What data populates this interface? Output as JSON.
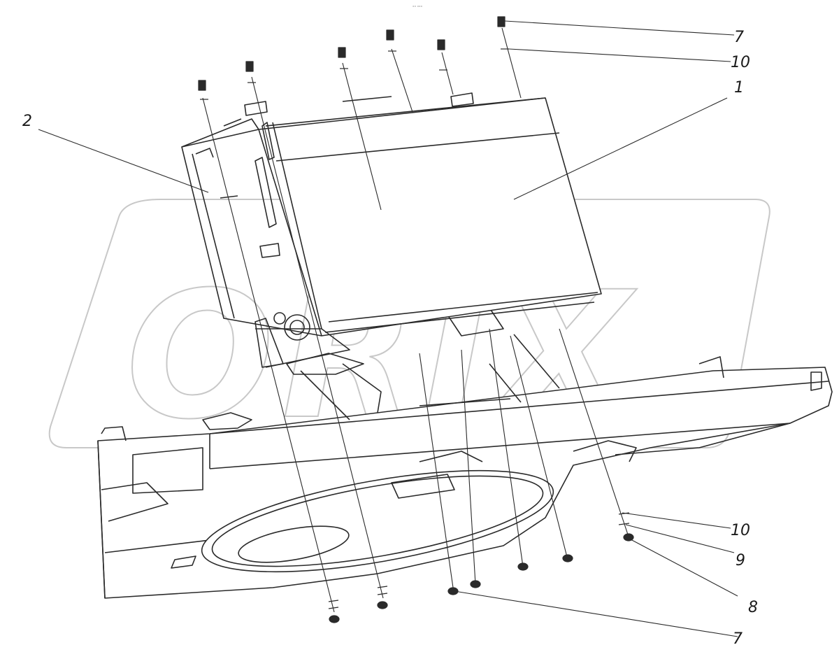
{
  "header_mark": "°° °°°",
  "watermark": "ORIX",
  "callouts": [
    "7",
    "10",
    "1",
    "2",
    "10",
    "9",
    "8",
    "7"
  ],
  "colors": {
    "line": "#2a2a2a",
    "watermark": "#c8c8c8",
    "background": "#ffffff"
  }
}
